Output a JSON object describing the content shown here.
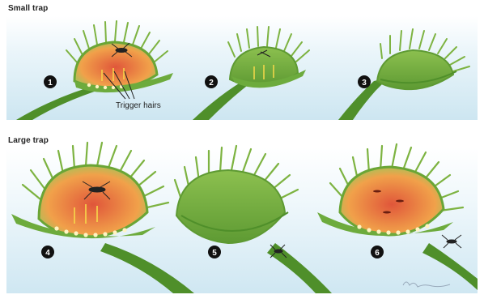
{
  "sections": {
    "small": {
      "label": "Small trap"
    },
    "large": {
      "label": "Large trap"
    }
  },
  "callout": {
    "label": "Trigger hairs"
  },
  "steps": [
    "1",
    "2",
    "3",
    "4",
    "5",
    "6"
  ],
  "colors": {
    "leaf_green": "#6dab3d",
    "stem_green": "#4f8f2a",
    "trap_red": "#e0563a",
    "trap_orange": "#f1a14a",
    "tooth_light": "#c8e27a",
    "sky_blue": "#cde6f1"
  }
}
